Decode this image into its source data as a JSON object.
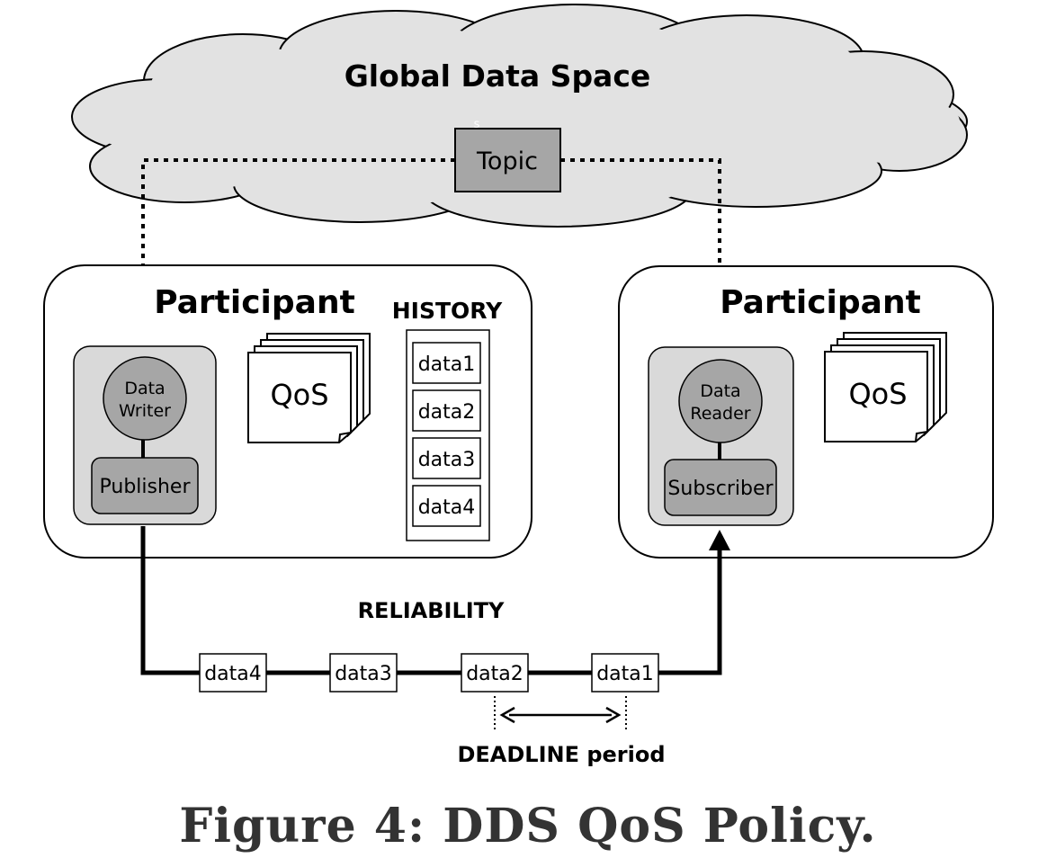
{
  "global_data_space": {
    "title": "Global Data Space",
    "stray_mark": "s"
  },
  "topic": {
    "label": "Topic"
  },
  "left_participant": {
    "title": "Participant",
    "writer_line1": "Data",
    "writer_line2": "Writer",
    "publisher": "Publisher",
    "qos": "QoS",
    "history_title": "HISTORY",
    "history_items": [
      "data1",
      "data2",
      "data3",
      "data4"
    ]
  },
  "right_participant": {
    "title": "Participant",
    "reader_line1": "Data",
    "reader_line2": "Reader",
    "subscriber": "Subscriber",
    "qos": "QoS"
  },
  "reliability": {
    "label": "RELIABILITY",
    "packets": [
      "data4",
      "data3",
      "data2",
      "data1"
    ]
  },
  "deadline": {
    "label": "DEADLINE period"
  },
  "caption": "Figure 4: DDS QoS Policy.",
  "colors": {
    "cloud_fill": "#e2e2e2",
    "topic_fill": "#a6a6a6",
    "entity_panel_fill": "#d9d9d9",
    "entity_fill": "#a6a6a6",
    "stroke": "#000000"
  }
}
